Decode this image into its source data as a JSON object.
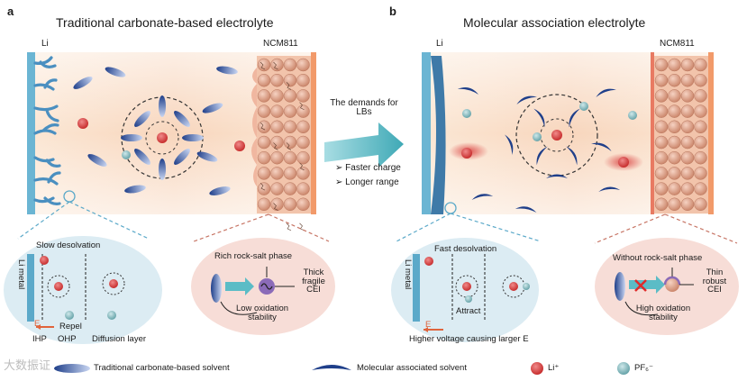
{
  "panel_a": {
    "letter": "a",
    "title": "Traditional carbonate-based electrolyte",
    "anode_label": "Li",
    "cathode_label": "NCM811",
    "zoom_left": {
      "heading": "Slow desolvation",
      "metal_label": "Li metal",
      "field_label": "E",
      "repel_label": "Repel",
      "layers": [
        "IHP",
        "OHP",
        "Diffusion layer"
      ]
    },
    "zoom_right": {
      "heading": "Rich rock-salt phase",
      "cei_label": "Thick fragile CEI",
      "stability_label": "Low oxidation stability"
    }
  },
  "middle": {
    "arrow_text": "The demands for LBs",
    "bullets": [
      "Faster charge",
      "Longer range"
    ]
  },
  "panel_b": {
    "letter": "b",
    "title": "Molecular association electrolyte",
    "anode_label": "Li",
    "cathode_label": "NCM811",
    "zoom_left": {
      "heading": "Fast desolvation",
      "metal_label": "Li metal",
      "field_label": "E",
      "attract_label": "Attract",
      "voltage_label": "Higher voltage causing larger E"
    },
    "zoom_right": {
      "heading": "Without rock-salt phase",
      "cei_label": "Thin robust CEI",
      "stability_label": "High oxidation stability"
    }
  },
  "legend": {
    "items": [
      "Traditional carbonate-based solvent",
      "Molecular associated solvent",
      "Li⁺",
      "PF₆⁻"
    ],
    "watermark": "大数振证"
  },
  "colors": {
    "li_metal": "#5ba9c9",
    "electrolyte": "#f9dcc4",
    "cathode_particle": "#e2a48c",
    "li_ion": "#d43a3a",
    "pf6_ion": "#6fb4b8",
    "arrow": "#5bbcc6",
    "zoom_left_fill": "#dcecf3",
    "zoom_right_fill": "#f7ddd7"
  }
}
